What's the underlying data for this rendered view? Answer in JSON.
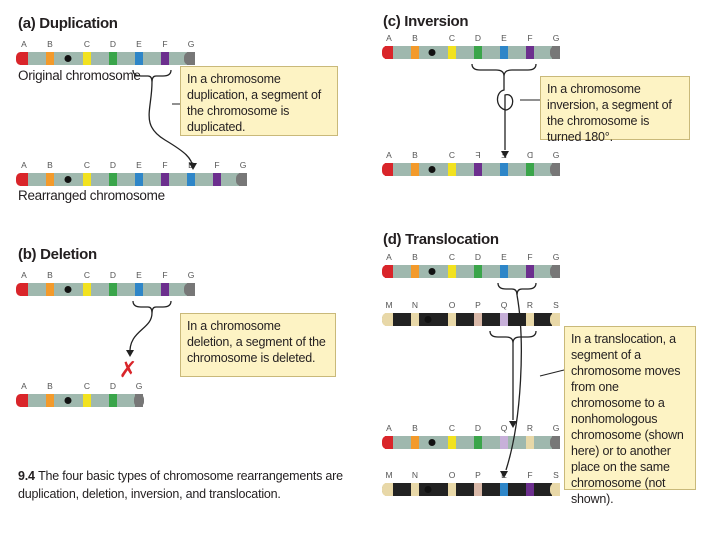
{
  "panels": {
    "a": {
      "title": "(a) Duplication",
      "row1_genes": [
        "A",
        "B",
        "C",
        "D",
        "E",
        "F",
        "G"
      ],
      "row1_label": "Original chromosome",
      "callout": "In a chromosome duplication, a segment of the chromosome is duplicated.",
      "row2_genes": [
        "A",
        "B",
        "C",
        "D",
        "E",
        "F",
        "E",
        "F",
        "G"
      ],
      "row2_label": "Rearranged chromosome"
    },
    "b": {
      "title": "(b) Deletion",
      "row1_genes": [
        "A",
        "B",
        "C",
        "D",
        "E",
        "F",
        "G"
      ],
      "callout": "In a chromosome deletion, a segment of the chromosome is deleted.",
      "row2_genes": [
        "A",
        "B",
        "C",
        "D",
        "G"
      ],
      "deleted_mark": "✗"
    },
    "c": {
      "title": "(c) Inversion",
      "row1_genes": [
        "A",
        "B",
        "C",
        "D",
        "E",
        "F",
        "G"
      ],
      "callout": "In a chromosome inversion, a segment of the chromosome is turned 180°.",
      "row2_genes": [
        "A",
        "B",
        "C",
        "F",
        "E",
        "D",
        "G"
      ]
    },
    "d": {
      "title": "(d) Translocation",
      "row1_genes": [
        "A",
        "B",
        "C",
        "D",
        "E",
        "F",
        "G"
      ],
      "row2_genes": [
        "M",
        "N",
        "O",
        "P",
        "Q",
        "R",
        "S"
      ],
      "callout": "In a translocation, a segment of a chromosome moves from one chromosome to a nonhomologous chromosome (shown here) or to another place on the same chromosome (not shown).",
      "row3_genes": [
        "A",
        "B",
        "C",
        "D",
        "Q",
        "R",
        "G"
      ],
      "row4_genes": [
        "M",
        "N",
        "O",
        "P",
        "E",
        "F",
        "S"
      ]
    }
  },
  "caption": {
    "number": "9.4",
    "text": "The four basic types of chromosome rearrangements are duplication, deletion, inversion, and translocation."
  },
  "colors": {
    "chrom_body": "#9fb8ae",
    "chrom2_body": "#222222",
    "red": "#d9252a",
    "orange": "#f39a2b",
    "yellow": "#f2e21f",
    "green": "#3aa54a",
    "blue": "#2e86c8",
    "purple": "#6c2f8e",
    "gray": "#777777",
    "callout_bg": "#fdf3c4"
  }
}
